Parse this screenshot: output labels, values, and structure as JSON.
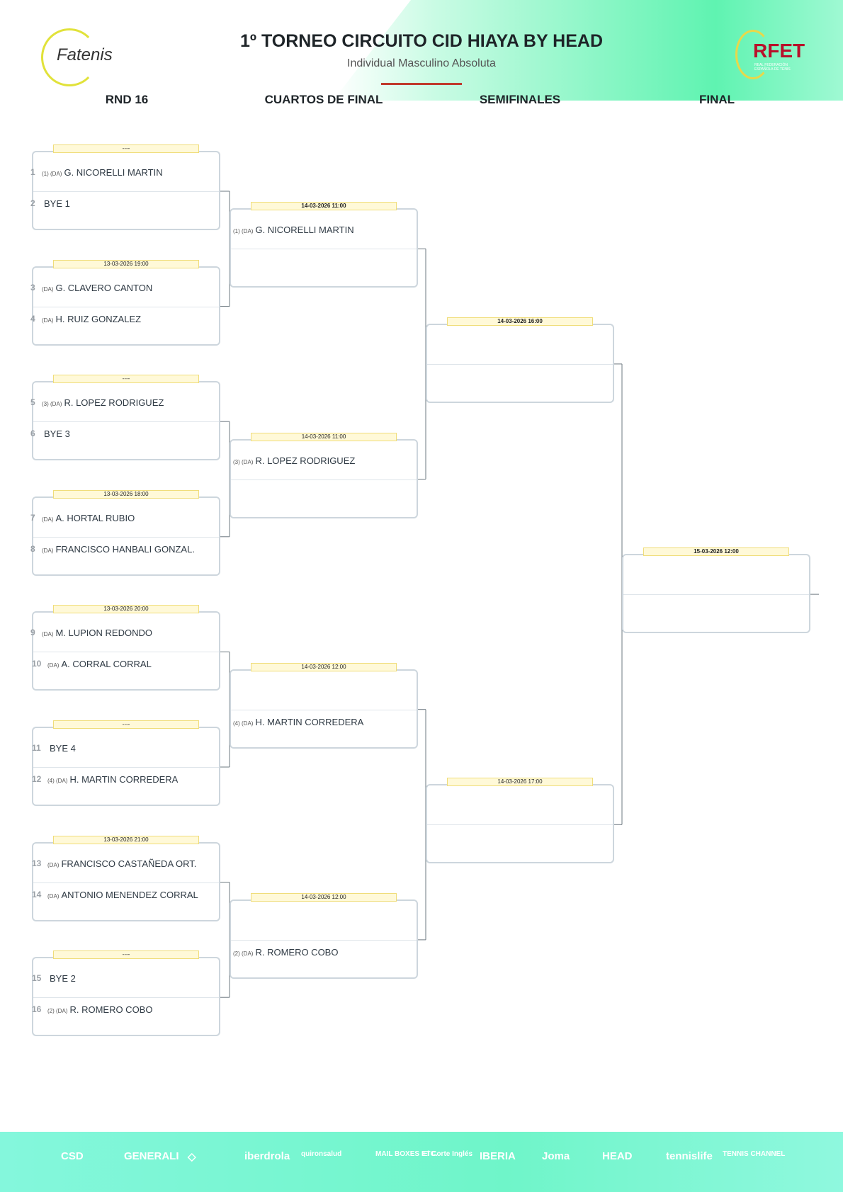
{
  "header": {
    "title": "1º TORNEO CIRCUITO CID HIAYA BY HEAD",
    "subtitle": "Individual Masculino Absoluta",
    "logo_left": "Fatenis",
    "logo_right": "RFET",
    "logo_right_sub": "REAL FEDERACIÓN ESPAÑOLA DE TENIS"
  },
  "rounds": [
    {
      "label": "RND 16",
      "matches": [
        {
          "date": "----",
          "players": [
            {
              "num": "1",
              "tags": "(1) (DA)",
              "name": "G. NICORELLI MARTIN"
            },
            {
              "num": "2",
              "tags": "",
              "name": "BYE 1"
            }
          ]
        },
        {
          "date": "13-03-2026 19:00",
          "players": [
            {
              "num": "3",
              "tags": "(DA)",
              "name": "G. CLAVERO CANTON"
            },
            {
              "num": "4",
              "tags": "(DA)",
              "name": "H. RUIZ GONZALEZ"
            }
          ]
        },
        {
          "date": "----",
          "players": [
            {
              "num": "5",
              "tags": "(3) (DA)",
              "name": "R. LOPEZ RODRIGUEZ"
            },
            {
              "num": "6",
              "tags": "",
              "name": "BYE 3"
            }
          ]
        },
        {
          "date": "13-03-2026 18:00",
          "players": [
            {
              "num": "7",
              "tags": "(DA)",
              "name": "A. HORTAL RUBIO"
            },
            {
              "num": "8",
              "tags": "(DA)",
              "name": "FRANCISCO HANBALI GONZAL."
            }
          ]
        },
        {
          "date": "13-03-2026 20:00",
          "players": [
            {
              "num": "9",
              "tags": "(DA)",
              "name": "M. LUPION REDONDO"
            },
            {
              "num": "10",
              "tags": "(DA)",
              "name": "A. CORRAL CORRAL"
            }
          ]
        },
        {
          "date": "----",
          "players": [
            {
              "num": "11",
              "tags": "",
              "name": "BYE 4"
            },
            {
              "num": "12",
              "tags": "(4) (DA)",
              "name": "H. MARTIN CORREDERA"
            }
          ]
        },
        {
          "date": "13-03-2026 21:00",
          "players": [
            {
              "num": "13",
              "tags": "(DA)",
              "name": "FRANCISCO CASTAÑEDA ORT."
            },
            {
              "num": "14",
              "tags": "(DA)",
              "name": "ANTONIO MENENDEZ CORRAL"
            }
          ]
        },
        {
          "date": "----",
          "players": [
            {
              "num": "15",
              "tags": "",
              "name": "BYE 2"
            },
            {
              "num": "16",
              "tags": "(2) (DA)",
              "name": "R. ROMERO COBO"
            }
          ]
        }
      ]
    },
    {
      "label": "CUARTOS DE FINAL",
      "matches": [
        {
          "date": "14-03-2026 11:00",
          "bold": true,
          "players": [
            {
              "tags": "(1) (DA)",
              "name": "G. NICORELLI MARTIN"
            },
            {
              "tags": "",
              "name": ""
            }
          ]
        },
        {
          "date": "14-03-2026 11:00",
          "players": [
            {
              "tags": "(3) (DA)",
              "name": "R. LOPEZ RODRIGUEZ"
            },
            {
              "tags": "",
              "name": ""
            }
          ]
        },
        {
          "date": "14-03-2026 12:00",
          "players": [
            {
              "tags": "",
              "name": ""
            },
            {
              "tags": "(4) (DA)",
              "name": "H. MARTIN CORREDERA"
            }
          ]
        },
        {
          "date": "14-03-2026 12:00",
          "players": [
            {
              "tags": "",
              "name": ""
            },
            {
              "tags": "(2) (DA)",
              "name": "R. ROMERO COBO"
            }
          ]
        }
      ]
    },
    {
      "label": "SEMIFINALES",
      "matches": [
        {
          "date": "14-03-2026 16:00",
          "bold": true,
          "players": [
            {
              "tags": "",
              "name": ""
            },
            {
              "tags": "",
              "name": ""
            }
          ]
        },
        {
          "date": "14-03-2026 17:00",
          "players": [
            {
              "tags": "",
              "name": ""
            },
            {
              "tags": "",
              "name": ""
            }
          ]
        }
      ]
    },
    {
      "label": "FINAL",
      "matches": [
        {
          "date": "15-03-2026 12:00",
          "bold": true,
          "players": [
            {
              "tags": "",
              "name": ""
            },
            {
              "tags": "",
              "name": ""
            }
          ]
        }
      ]
    }
  ],
  "sponsors": [
    "CSD",
    "GENERALI",
    "◇",
    "iberdrola",
    "quironsalud",
    "MAIL BOXES ETC.",
    "El Corte Inglés",
    "IBERIA",
    "Joma",
    "HEAD",
    "tennislife",
    "TENNIS CHANNEL"
  ]
}
